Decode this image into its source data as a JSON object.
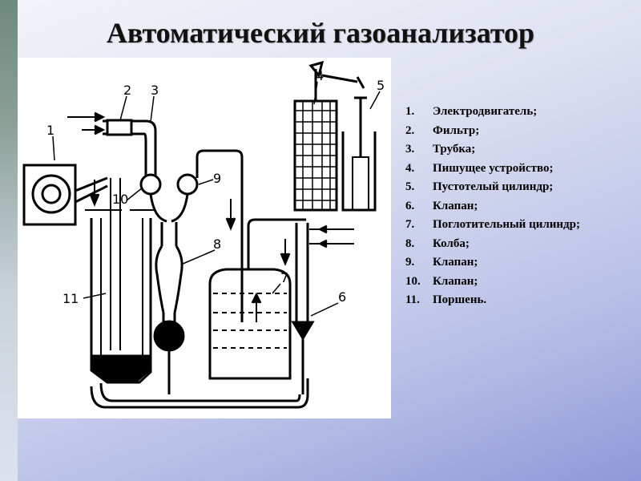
{
  "title": "Автоматический газоанализатор",
  "diagram": {
    "labels": [
      "1",
      "2",
      "3",
      "4",
      "5",
      "6",
      "7",
      "8",
      "9",
      "10",
      "11"
    ]
  },
  "legend": [
    {
      "num": "1.",
      "text": "Электродвигатель;"
    },
    {
      "num": "2.",
      "text": "Фильтр;"
    },
    {
      "num": "3.",
      "text": "Трубка;"
    },
    {
      "num": "4.",
      "text": "Пишущее устройство;"
    },
    {
      "num": "5.",
      "text": "Пустотелый цилиндр;"
    },
    {
      "num": "6.",
      "text": "Клапан;"
    },
    {
      "num": "7.",
      "text": "Поглотительный цилиндр;"
    },
    {
      "num": "8.",
      "text": "Колба;"
    },
    {
      "num": "9.",
      "text": "Клапан;"
    },
    {
      "num": "10.",
      "text": "Клапан;"
    },
    {
      "num": "11.",
      "text": "Поршень."
    }
  ]
}
